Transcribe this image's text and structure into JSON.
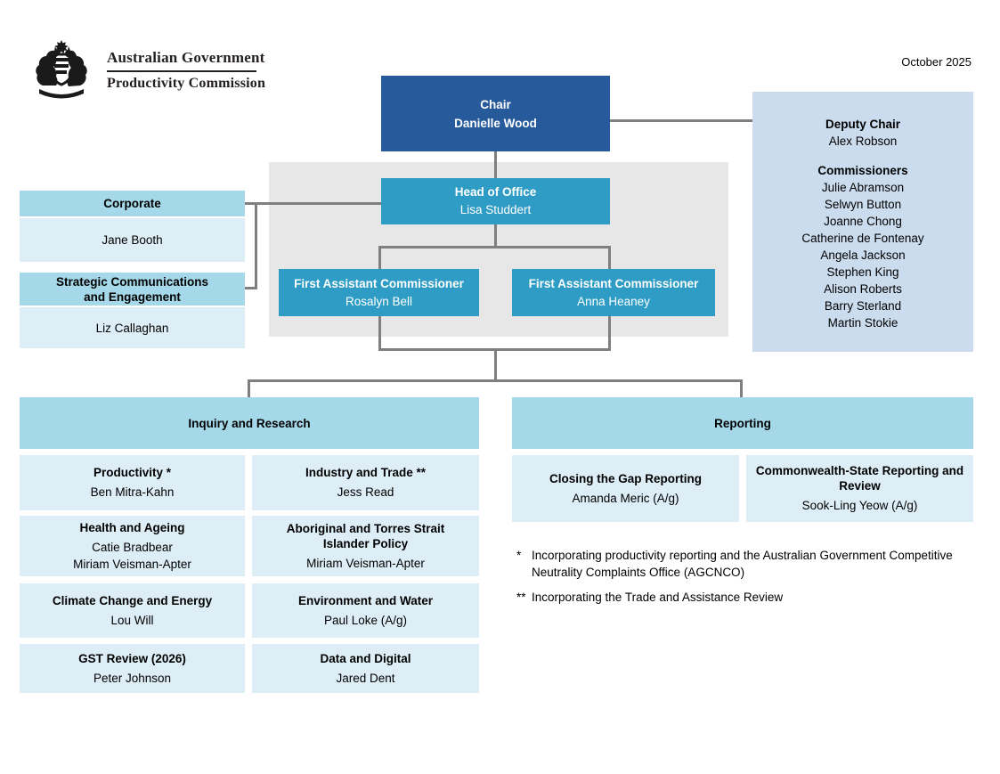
{
  "meta": {
    "date": "October 2025"
  },
  "logo": {
    "line1": "Australian Government",
    "line2": "Productivity Commission",
    "icon": "australian-coat-of-arms"
  },
  "chair": {
    "title": "Chair",
    "name": "Danielle Wood"
  },
  "deputy_panel": {
    "deputy_title": "Deputy Chair",
    "deputy_name": "Alex Robson",
    "commissioners_title": "Commissioners",
    "commissioners": [
      "Julie Abramson",
      "Selwyn Button",
      "Joanne Chong",
      "Catherine de Fontenay",
      "Angela Jackson",
      "Stephen King",
      "Alison Roberts",
      "Barry Sterland",
      "Martin Stokie"
    ]
  },
  "head_of_office": {
    "title": "Head of Office",
    "name": "Lisa Studdert"
  },
  "fac": [
    {
      "title": "First Assistant Commissioner",
      "name": "Rosalyn Bell"
    },
    {
      "title": "First Assistant Commissioner",
      "name": "Anna Heaney"
    }
  ],
  "corporate_units": [
    {
      "title": "Corporate",
      "names": [
        "Jane Booth"
      ]
    },
    {
      "title": "Strategic Communications and Engagement",
      "names": [
        "Liz Callaghan"
      ]
    }
  ],
  "sections": {
    "inquiry": {
      "title": "Inquiry and Research",
      "units": [
        {
          "title": "Productivity *",
          "names": [
            "Ben Mitra-Kahn"
          ]
        },
        {
          "title": "Industry and Trade **",
          "names": [
            "Jess Read"
          ]
        },
        {
          "title": "Health and Ageing",
          "names": [
            "Catie Bradbear",
            "Miriam Veisman-Apter"
          ]
        },
        {
          "title": "Aboriginal and Torres Strait Islander Policy",
          "names": [
            "Miriam Veisman-Apter"
          ]
        },
        {
          "title": "Climate Change and Energy",
          "names": [
            "Lou Will"
          ]
        },
        {
          "title": "Environment and Water",
          "names": [
            "Paul Loke (A/g)"
          ]
        },
        {
          "title": "GST Review (2026)",
          "names": [
            "Peter Johnson"
          ]
        },
        {
          "title": "Data and Digital",
          "names": [
            "Jared Dent"
          ]
        }
      ]
    },
    "reporting": {
      "title": "Reporting",
      "units": [
        {
          "title": "Closing the Gap Reporting",
          "names": [
            "Amanda Meric (A/g)"
          ]
        },
        {
          "title": "Commonwealth-State Reporting and Review",
          "names": [
            "Sook-Ling Yeow (A/g)"
          ]
        }
      ]
    }
  },
  "footnotes": [
    {
      "marker": "*",
      "text": "Incorporating productivity reporting and the Australian Government Competitive Neutrality Complaints Office (AGCNCO)"
    },
    {
      "marker": "**",
      "text": "Incorporating the Trade and Assistance Review"
    }
  ],
  "colors": {
    "dark_blue": "#275a9b",
    "teal": "#2e9cc4",
    "header_blue": "#a5d8e9",
    "pale_blue": "#ddeef7",
    "deputy_blue": "#cbdcee",
    "panel_grey": "#e7e7e7",
    "line_grey": "#7f7f7f"
  }
}
